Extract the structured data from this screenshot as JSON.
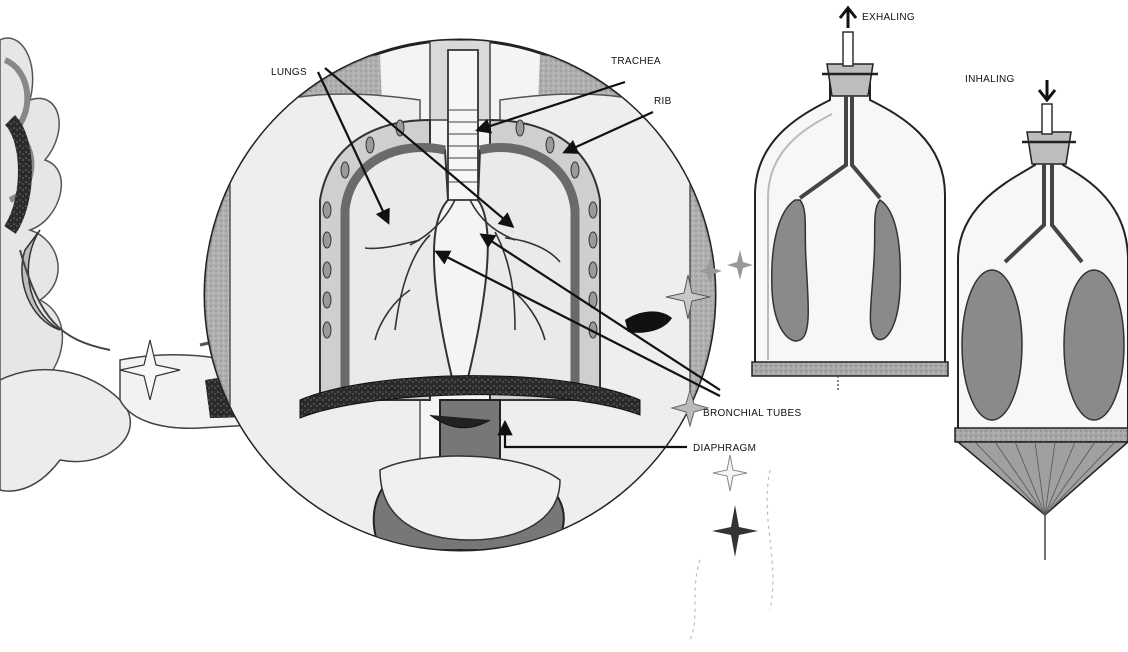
{
  "labels": {
    "lungs": "LUNGS",
    "trachea": "TRACHEA",
    "rib": "RIB",
    "bronchial_tubes": "BRONCHIAL TUBES",
    "diaphragm": "DIAPHRAGM",
    "exhaling": "EXHALING",
    "inhaling": "INHALING"
  },
  "colors": {
    "ink": "#1a1a1a",
    "organ_gray": "#8a8a8a",
    "light_gray": "#c9c9c9",
    "pale_gray": "#e4e4e4",
    "paper": "#ffffff"
  }
}
